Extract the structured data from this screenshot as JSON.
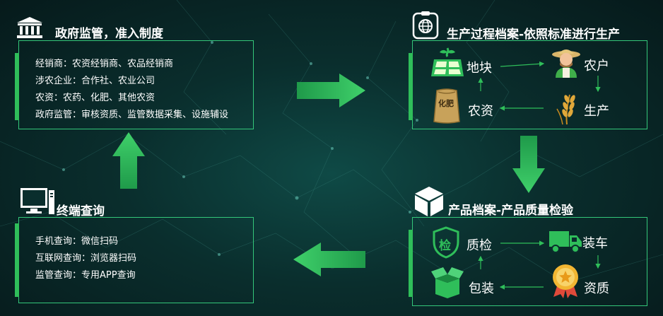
{
  "top_left": {
    "title": "政府监管，准入制度",
    "lines": [
      "经销商：农资经销商、农品经销商",
      "涉农企业：合作社、农业公司",
      "农资：农药、化肥、其他农资",
      "政府监管：审核资质、监管数据采集、设施辅设"
    ]
  },
  "top_right": {
    "title": "生产过程档案-依照标准进行生产",
    "nodes": {
      "field": "地块",
      "farmer": "农户",
      "supplies": "农资",
      "production": "生产"
    },
    "bag_label": "化肥"
  },
  "bottom_right": {
    "title": "产品档案-产品质量检验",
    "nodes": {
      "inspect": "质检",
      "loading": "装车",
      "package": "包装",
      "qualification": "资质"
    },
    "shield_char": "检"
  },
  "bottom_left": {
    "title": "终端查询",
    "lines": [
      "手机查询：微信扫码",
      "互联网查询：浏览器扫码",
      "监管查询：专用APP查询"
    ]
  },
  "colors": {
    "accent": "#2fbe5a",
    "border": "#34c77a",
    "background": "#0a2e2d"
  }
}
